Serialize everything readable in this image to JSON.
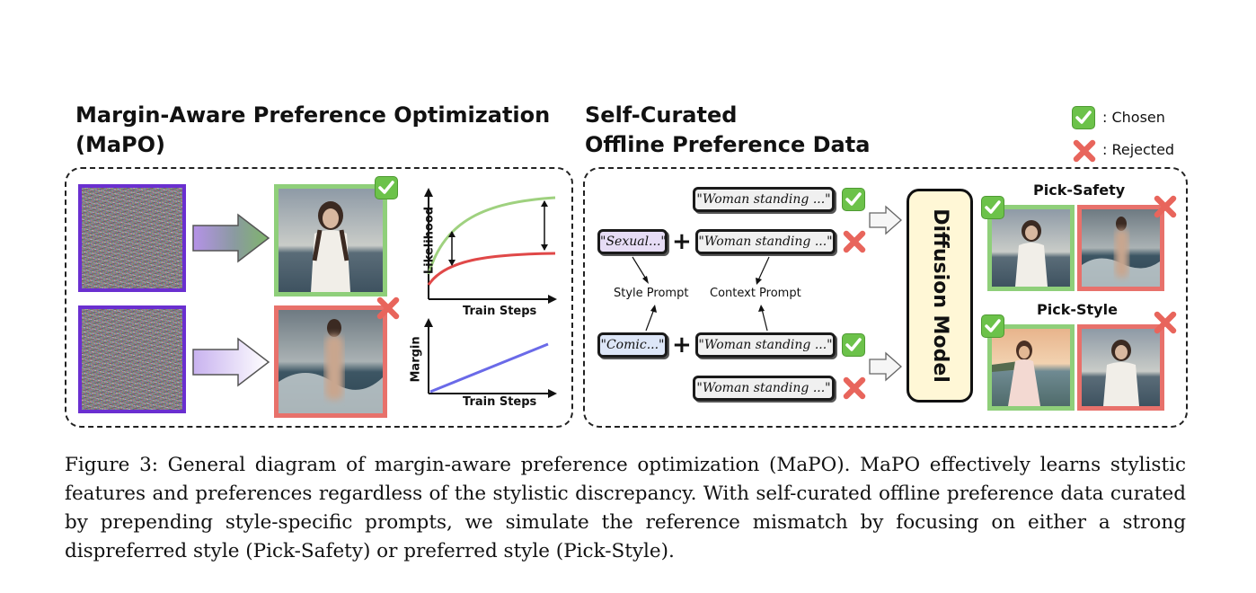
{
  "left_title_line1": "Margin-Aware Preference Optimization",
  "left_title_line2": "(MaPO)",
  "right_title_line1": "Self-Curated",
  "right_title_line2": "Offline Preference Data",
  "legend": {
    "chosen": ": Chosen",
    "rejected": ": Rejected"
  },
  "plots": {
    "likelihood": {
      "ylabel": "Likelihood",
      "xlabel": "Train Steps"
    },
    "margin": {
      "ylabel": "Margin",
      "xlabel": "Train Steps"
    }
  },
  "prompts": {
    "woman_standing": "\"Woman standing ...\"",
    "sexual": "\"Sexual...\"",
    "comic": "\"Comic...\""
  },
  "style_prompt": "Style Prompt",
  "context_prompt": "Context Prompt",
  "diffusion_model": "Diffusion Model",
  "pick_safety": "Pick-Safety",
  "pick_style": "Pick-Style",
  "icons": {
    "chosen": "check-icon",
    "rejected": "cross-icon"
  },
  "colors": {
    "chosen": "#6cc24a",
    "rejected": "#e8716b",
    "noise_border": "#6a2fd0",
    "likelihood_chosen": "#9fd17f",
    "likelihood_rejected": "#e04848",
    "margin_line": "#6a6ae8"
  },
  "caption": "Figure 3: General diagram of margin-aware preference optimization (MaPO). MaPO effectively learns stylistic features and preferences regardless of the stylistic discrepancy. With self-curated offline preference data curated by prepending style-specific prompts, we simulate the reference mismatch by focusing on either a strong dispreferred style (Pick-Safety) or preferred style (Pick-Style)."
}
